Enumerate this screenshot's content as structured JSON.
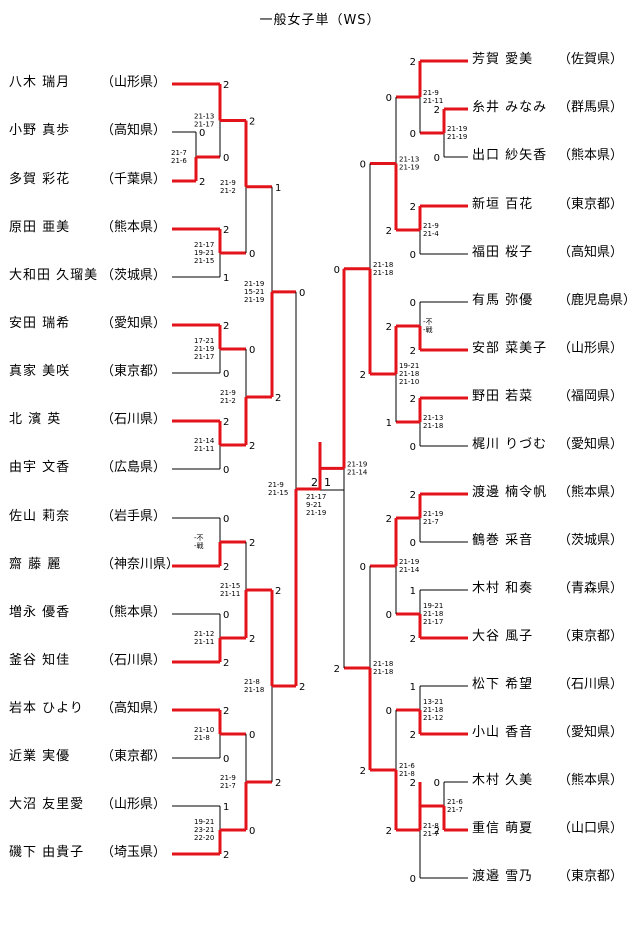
{
  "title": "一般女子単（WS）",
  "left": {
    "players": [
      {
        "name": "八木 瑞月",
        "pref": "（山形県）"
      },
      {
        "name": "小野 真歩",
        "pref": "（高知県）"
      },
      {
        "name": "多賀 彩花",
        "pref": "（千葉県）"
      },
      {
        "name": "原田 亜美",
        "pref": "（熊本県）"
      },
      {
        "name": "大和田 久瑠美",
        "pref": "（茨城県）"
      },
      {
        "name": "安田 瑞希",
        "pref": "（愛知県）"
      },
      {
        "name": "真家 美咲",
        "pref": "（東京都）"
      },
      {
        "name": "北 濱 英",
        "pref": "（石川県）"
      },
      {
        "name": "由宇 文香",
        "pref": "（広島県）"
      },
      {
        "name": "佐山 莉奈",
        "pref": "（岩手県）"
      },
      {
        "name": "齋 藤 麗",
        "pref": "（神奈川県）"
      },
      {
        "name": "増永 優香",
        "pref": "（熊本県）"
      },
      {
        "name": "釜谷 知佳",
        "pref": "（石川県）"
      },
      {
        "name": "岩本 ひより",
        "pref": "（高知県）"
      },
      {
        "name": "近業 実優",
        "pref": "（東京都）"
      },
      {
        "name": "大沼 友里愛",
        "pref": "（山形県）"
      },
      {
        "name": "磯下 由貴子",
        "pref": "（埼玉県）"
      }
    ],
    "matches": [
      {
        "id": "L1",
        "a": "2",
        "b": "0",
        "scores": [
          "21-7",
          "21-6"
        ]
      },
      {
        "id": "L2",
        "a": "2",
        "b": "0",
        "scores": [
          "21-13",
          "21-17"
        ]
      },
      {
        "id": "L3",
        "a": "2",
        "b": "1",
        "scores": [
          "21-17",
          "19-21",
          "21-15"
        ]
      },
      {
        "id": "L4",
        "a": "2",
        "b": "0",
        "scores": [
          "17-21",
          "21-19",
          "21-17"
        ]
      },
      {
        "id": "L5",
        "a": "2",
        "b": "0",
        "scores": [
          "21-14",
          "21-11"
        ]
      },
      {
        "id": "L6",
        "a": "2",
        "b": "0",
        "scores": [
          "21-9",
          "21-2"
        ]
      },
      {
        "id": "L7",
        "a": "1",
        "b": "0",
        "scores": [
          "21-9",
          "21-7"
        ]
      },
      {
        "id": "L8",
        "a": "0",
        "b": "2",
        "scores": [
          "21-19",
          "15-21",
          "21-19"
        ]
      },
      {
        "id": "L9",
        "a": "0",
        "b": "2",
        "scores": [
          "-不",
          "-戦"
        ]
      },
      {
        "id": "L10",
        "a": "0",
        "b": "2",
        "scores": [
          "21-12",
          "21-11"
        ]
      },
      {
        "id": "L11",
        "a": "2",
        "b": "2",
        "scores": [
          "21-15",
          "21-11"
        ]
      },
      {
        "id": "L12",
        "a": "2",
        "b": "0",
        "scores": [
          "21-10",
          "21-8"
        ]
      },
      {
        "id": "L13",
        "a": "1",
        "b": "2",
        "scores": [
          "19-21",
          "23-21",
          "22-20"
        ]
      },
      {
        "id": "L14",
        "a": "0",
        "b": "2",
        "scores": [
          "21-9",
          "21-7"
        ]
      },
      {
        "id": "L15",
        "a": "2",
        "b": "2",
        "scores": [
          "21-8",
          "21-18"
        ]
      },
      {
        "id": "L16",
        "a": "0",
        "b": "2",
        "scores": [
          "21-9",
          "21-15"
        ]
      }
    ]
  },
  "right": {
    "players": [
      {
        "name": "芳賀 愛美",
        "pref": "（佐賀県）"
      },
      {
        "name": "糸井 みなみ",
        "pref": "（群馬県）"
      },
      {
        "name": "出口 紗矢香",
        "pref": "（熊本県）"
      },
      {
        "name": "新垣 百花",
        "pref": "（東京都）"
      },
      {
        "name": "福田 桜子",
        "pref": "（高知県）"
      },
      {
        "name": "有馬 弥優",
        "pref": "（鹿児島県）"
      },
      {
        "name": "安部 菜美子",
        "pref": "（山形県）"
      },
      {
        "name": "野田 若菜",
        "pref": "（福岡県）"
      },
      {
        "name": "梶川 りづむ",
        "pref": "（愛知県）"
      },
      {
        "name": "渡邊 楠令帆",
        "pref": "（熊本県）"
      },
      {
        "name": "鶴巻 采音",
        "pref": "（茨城県）"
      },
      {
        "name": "木村 和奏",
        "pref": "（青森県）"
      },
      {
        "name": "大谷 風子",
        "pref": "（東京都）"
      },
      {
        "name": "松下 希望",
        "pref": "（石川県）"
      },
      {
        "name": "小山 香音",
        "pref": "（愛知県）"
      },
      {
        "name": "木村 久美",
        "pref": "（熊本県）"
      },
      {
        "name": "重信 萌夏",
        "pref": "（山口県）"
      },
      {
        "name": "渡邉 雪乃",
        "pref": "（東京都）"
      }
    ],
    "matches": [
      {
        "id": "R1",
        "a": "2",
        "b": "0",
        "scores": [
          "21-19",
          "21-19"
        ]
      },
      {
        "id": "R2",
        "a": "2",
        "b": "0",
        "scores": [
          "21-9",
          "21-11"
        ]
      },
      {
        "id": "R3",
        "a": "2",
        "b": "0",
        "scores": [
          "21-9",
          "21-4"
        ]
      },
      {
        "id": "R4",
        "a": "0",
        "b": "2",
        "scores": [
          "21-13",
          "21-19"
        ]
      },
      {
        "id": "R5",
        "a": "0",
        "b": "2",
        "scores": [
          "-不",
          "-戦"
        ]
      },
      {
        "id": "R6",
        "a": "2",
        "b": "0",
        "scores": [
          "21-13",
          "21-18"
        ]
      },
      {
        "id": "R7",
        "a": "2",
        "b": "1",
        "scores": [
          "19-21",
          "21-18",
          "21-10"
        ]
      },
      {
        "id": "R8",
        "a": "0",
        "b": "2",
        "scores": [
          "21-18",
          "21-18"
        ]
      },
      {
        "id": "R9",
        "a": "2",
        "b": "0",
        "scores": [
          "21-19",
          "21-7"
        ]
      },
      {
        "id": "R10",
        "a": "1",
        "b": "2",
        "scores": [
          "19-21",
          "21-18",
          "21-17"
        ]
      },
      {
        "id": "R11",
        "a": "2",
        "b": "0",
        "scores": [
          "21-19",
          "21-14"
        ]
      },
      {
        "id": "R12",
        "a": "1",
        "b": "2",
        "scores": [
          "13-21",
          "21-18",
          "21-12"
        ]
      },
      {
        "id": "R13",
        "a": "2",
        "b": "0",
        "scores": [
          "21-6",
          "21-7"
        ]
      },
      {
        "id": "R14",
        "a": "2",
        "b": "0",
        "scores": [
          "21-8",
          "21-7"
        ]
      },
      {
        "id": "R15",
        "a": "2",
        "b": "2",
        "scores": [
          "21-6",
          "21-8"
        ]
      },
      {
        "id": "R16",
        "a": "0",
        "b": "2",
        "scores": [
          "21-18",
          "21-18"
        ]
      },
      {
        "id": "R17",
        "a": "0",
        "b": "2",
        "scores": [
          "21-19",
          "21-14"
        ]
      }
    ]
  },
  "final": {
    "left_games": "2",
    "right_games": "1",
    "scores": [
      "21-17",
      "9-21",
      "21-19"
    ]
  }
}
